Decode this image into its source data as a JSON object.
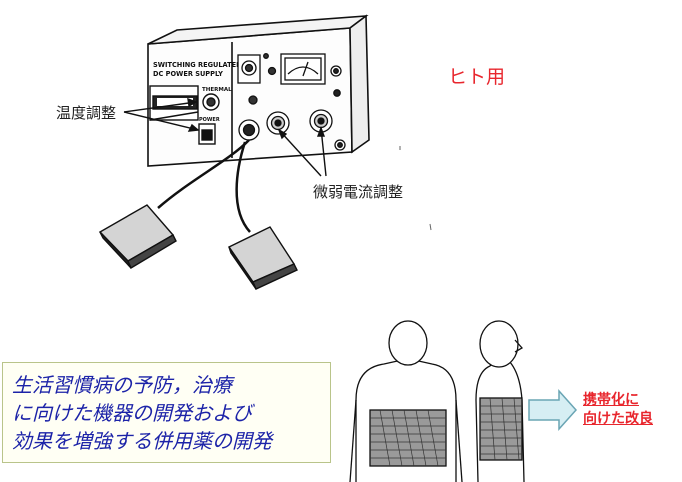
{
  "device": {
    "panel_title_line1": "SWITCHING REGULATED",
    "panel_title_line2": "DC POWER SUPPLY",
    "thermal_label": "THERMAL",
    "power_label": "POWER"
  },
  "labels": {
    "human_use": "ヒト用",
    "temperature_adjust": "温度調整",
    "micro_current_adjust": "微弱電流調整"
  },
  "text_box": {
    "lines": [
      "生活習慣病の予防，治療",
      "に向けた機器の開発および",
      "効果を増強する併用薬の開発"
    ]
  },
  "improvement": {
    "line1": "携帯化に",
    "line2": "向けた改良"
  },
  "colors": {
    "red_text": "#e8262d",
    "blue_text": "#1c23a8",
    "arrow_fill": "#d6eef3",
    "arrow_stroke": "#6aa5b4"
  }
}
